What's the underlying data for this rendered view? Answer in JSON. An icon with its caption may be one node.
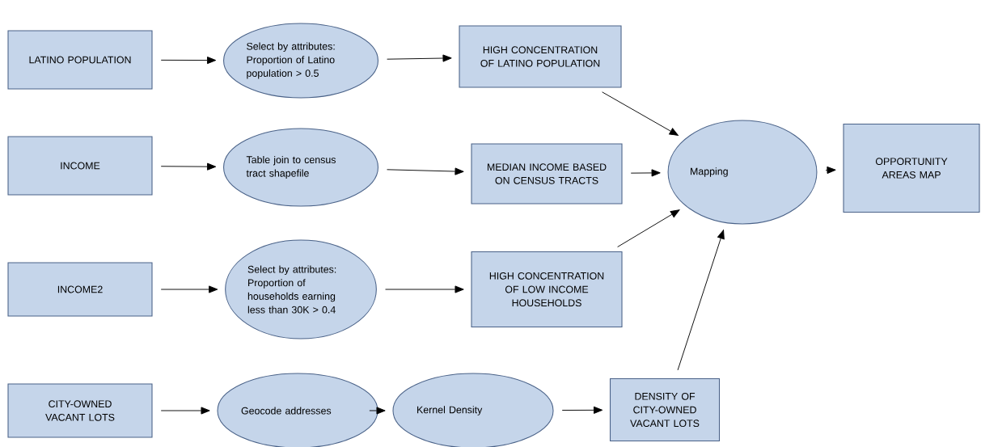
{
  "diagram": {
    "nodes": [
      {
        "text": [
          "LATINO POPULATION"
        ]
      },
      {
        "text": [
          "Select by attributes: Proportion of Latino population > 0.5"
        ]
      },
      {
        "text": [
          "HIGH CONCENTRATION OF LATINO POPULATION"
        ]
      },
      {
        "text": [
          "INCOME"
        ]
      },
      {
        "text": [
          "Table join to census tract shapefile"
        ]
      },
      {
        "text": [
          "MEDIAN INCOME BASED ON CENSUS TRACTS"
        ]
      },
      {
        "text": [
          "INCOME2"
        ]
      },
      {
        "text": [
          "Select by attributes: Proportion of households earning less than 30K > 0.4"
        ]
      },
      {
        "text": [
          "HIGH CONCENTRATION OF LOW INCOME HOUSEHOLDS"
        ]
      },
      {
        "text": [
          "CITY-OWNED VACANT LOTS"
        ]
      },
      {
        "text": [
          "Geocode addresses"
        ]
      },
      {
        "text": [
          "Kernel Density"
        ]
      },
      {
        "text": [
          "DENSITY OF CITY-OWNED VACANT LOTS"
        ]
      },
      {
        "text": [
          "Mapping"
        ]
      },
      {
        "text": [
          "OPPORTUNITY AREAS MAP"
        ]
      }
    ],
    "edges": [
      {
        "from": 0,
        "to": 1,
        "arrow": "to"
      },
      {
        "from": 1,
        "to": 2,
        "arrow": "to"
      },
      {
        "from": 3,
        "to": 4,
        "arrow": "to"
      },
      {
        "from": 4,
        "to": 5,
        "arrow": "to"
      },
      {
        "from": 6,
        "to": 7,
        "arrow": "to"
      },
      {
        "from": 7,
        "to": 8,
        "arrow": "to"
      },
      {
        "from": 9,
        "to": 10,
        "arrow": "to"
      },
      {
        "from": 10,
        "to": 11,
        "arrow": "to"
      },
      {
        "from": 11,
        "to": 12,
        "arrow": "to"
      },
      {
        "from": 2,
        "to": 13,
        "arrow": "to"
      },
      {
        "from": 5,
        "to": 13,
        "arrow": "to"
      },
      {
        "from": 8,
        "to": 13,
        "arrow": "to"
      },
      {
        "from": 12,
        "to": 13,
        "arrow": "to"
      },
      {
        "from": 13,
        "to": 14,
        "arrow": "to"
      }
    ]
  }
}
